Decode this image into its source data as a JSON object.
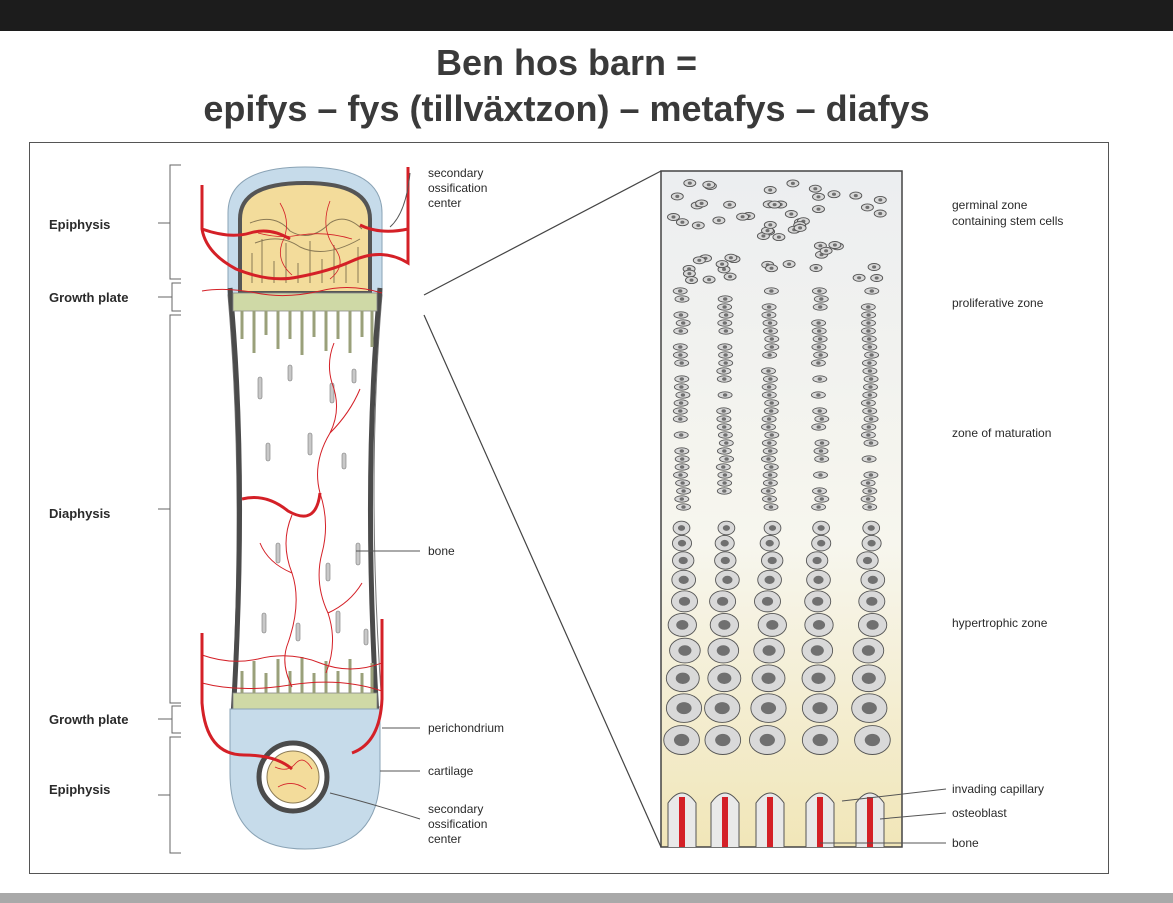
{
  "title": {
    "line1": "Ben hos barn =",
    "line2": "epifys – fys (tillväxtzon) – metafys – diafys"
  },
  "left_labels": {
    "epiphysis_top": "Epiphysis",
    "growth_plate_top": "Growth plate",
    "diaphysis": "Diaphysis",
    "growth_plate_bottom": "Growth plate",
    "epiphysis_bottom": "Epiphysis"
  },
  "bone_labels": {
    "secondary_top": [
      "secondary",
      "ossification",
      "center"
    ],
    "bone": "bone",
    "perichondrium": "perichondrium",
    "cartilage": "cartilage",
    "secondary_bottom": [
      "secondary",
      "ossification",
      "center"
    ]
  },
  "zone_labels": {
    "germinal": [
      "germinal zone",
      "containing stem cells"
    ],
    "proliferative": "proliferative zone",
    "maturation": "zone of maturation",
    "hypertrophic": "hypertrophic zone",
    "invading_capillary": "invading capillary",
    "osteoblast": "osteoblast",
    "bone": "bone"
  },
  "colors": {
    "vessel": "#d42027",
    "cartilage": "#c6dbea",
    "ossification": "#f3dc9b",
    "growth_plate": "#cfd9a6",
    "bone_fill": "#ffffff",
    "cell_fill": "#d9d9d9",
    "nucleus": "#707070"
  }
}
